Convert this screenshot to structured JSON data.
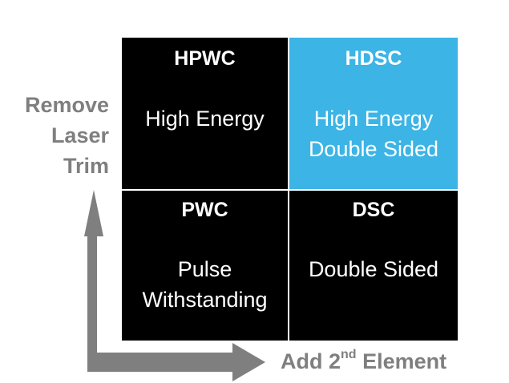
{
  "colors": {
    "dark_cell": "#000000",
    "highlight_cell": "#3cb4e5",
    "arrow": "#7f7f7f",
    "label": "#7f7f7f"
  },
  "axis": {
    "y_label_lines": [
      "Remove",
      "Laser",
      "Trim"
    ],
    "x_label_pre": "Add 2",
    "x_label_sup": "nd",
    "x_label_post": " Element"
  },
  "cells": {
    "top_left": {
      "title": "HPWC",
      "lines": [
        "High Energy"
      ]
    },
    "top_right": {
      "title": "HDSC",
      "lines": [
        "High Energy",
        "Double Sided"
      ]
    },
    "bottom_left": {
      "title": "PWC",
      "lines": [
        "Pulse",
        "Withstanding"
      ]
    },
    "bottom_right": {
      "title": "DSC",
      "lines": [
        "Double Sided"
      ]
    }
  }
}
